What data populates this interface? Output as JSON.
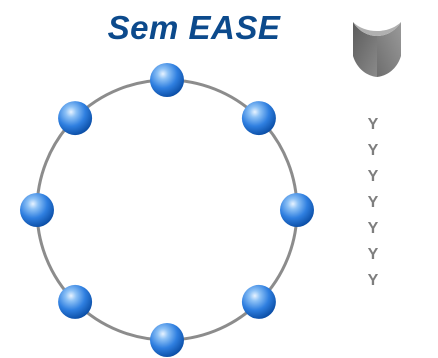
{
  "title": "Sem EASE",
  "colors": {
    "title": "#0c4a8c",
    "ring": "#8c8c8c",
    "node": "#2f7fe0",
    "logo": "#747474",
    "letters": "#7e7e7e"
  },
  "diagram": {
    "shape": "ring",
    "node_count": 8
  },
  "logo": {
    "icon": "shield-chevron-icon"
  },
  "letters": [
    "Y",
    "Y",
    "Y",
    "Y",
    "Y",
    "Y",
    "Y"
  ]
}
